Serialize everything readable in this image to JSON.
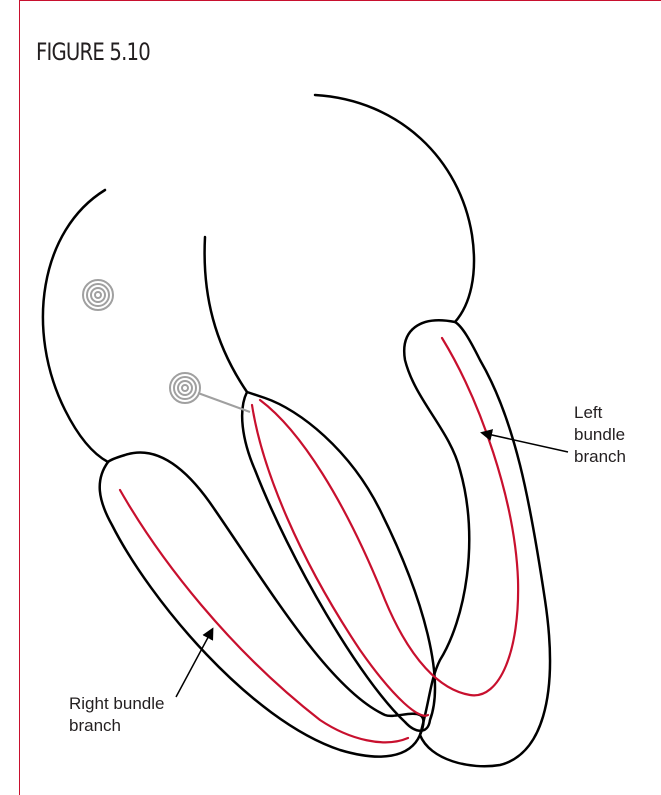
{
  "figure": {
    "title": "FIGURE 5.10"
  },
  "labels": {
    "left_bundle_branch": [
      "Left",
      "bundle",
      "branch"
    ],
    "right_bundle_branch": [
      "Right bundle",
      "branch"
    ]
  },
  "colors": {
    "frame": "#c8102e",
    "outline": "#000000",
    "bundle_branch": "#c8102e",
    "node": "#a0a0a0"
  }
}
